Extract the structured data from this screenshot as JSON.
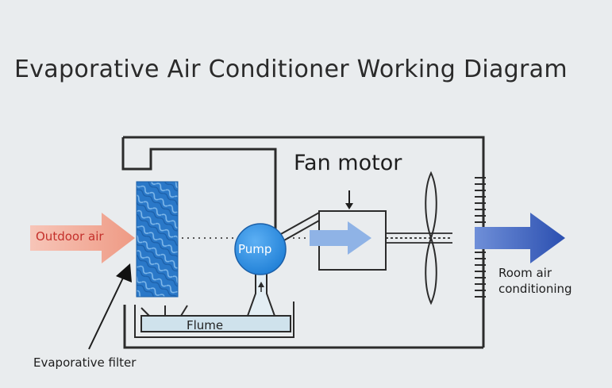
{
  "title": "Evaporative Air Conditioner Working Diagram",
  "labels": {
    "fan_motor": "Fan motor",
    "outdoor_air": "Outdoor air",
    "pump": "Pump",
    "flume": "Flume",
    "room_air_line1": "Room air",
    "room_air_line2": "conditioning",
    "evaporative_filter": "Evaporative filter"
  },
  "colors": {
    "background": "#e9ecee",
    "outline": "#2b2b2b",
    "filter_pad": "#2a78c8",
    "pump": "#2f8fe0",
    "outdoor_arrow": "#f0a08c",
    "outdoor_text": "#c4302b",
    "inner_arrow": "#8fb3e6",
    "outlet_arrow": "#2f56b8",
    "flume_fill": "#cfe2ec"
  }
}
